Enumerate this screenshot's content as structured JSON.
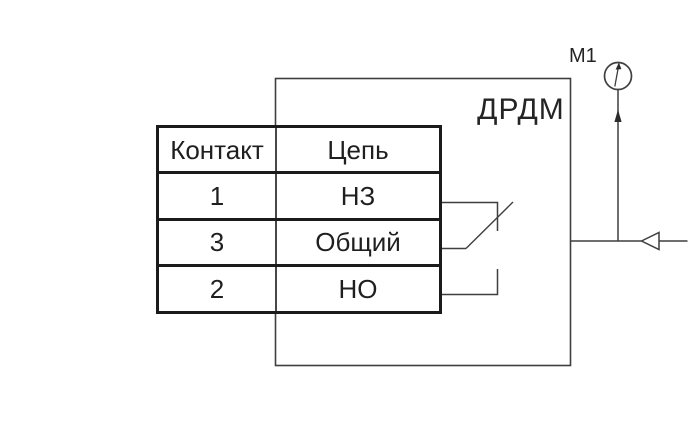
{
  "device": {
    "label": "ДРДМ"
  },
  "gauge": {
    "label": "М1"
  },
  "connection_table": {
    "headers": {
      "contact": "Контакт",
      "circuit": "Цепь"
    },
    "rows": [
      {
        "contact": "1",
        "circuit": "НЗ"
      },
      {
        "contact": "3",
        "circuit": "Общий"
      },
      {
        "contact": "2",
        "circuit": "НО"
      }
    ]
  },
  "icons": {
    "pressure_gauge": "pressure-gauge-icon",
    "inlet_arrow": "pressure-inlet-arrow-icon",
    "flow_arrow": "flow-direction-arrow-icon"
  },
  "colors": {
    "background": "#ffffff",
    "line": "#3f3f3f",
    "table_border": "#1b1b1b",
    "text": "#1f1f1f"
  }
}
